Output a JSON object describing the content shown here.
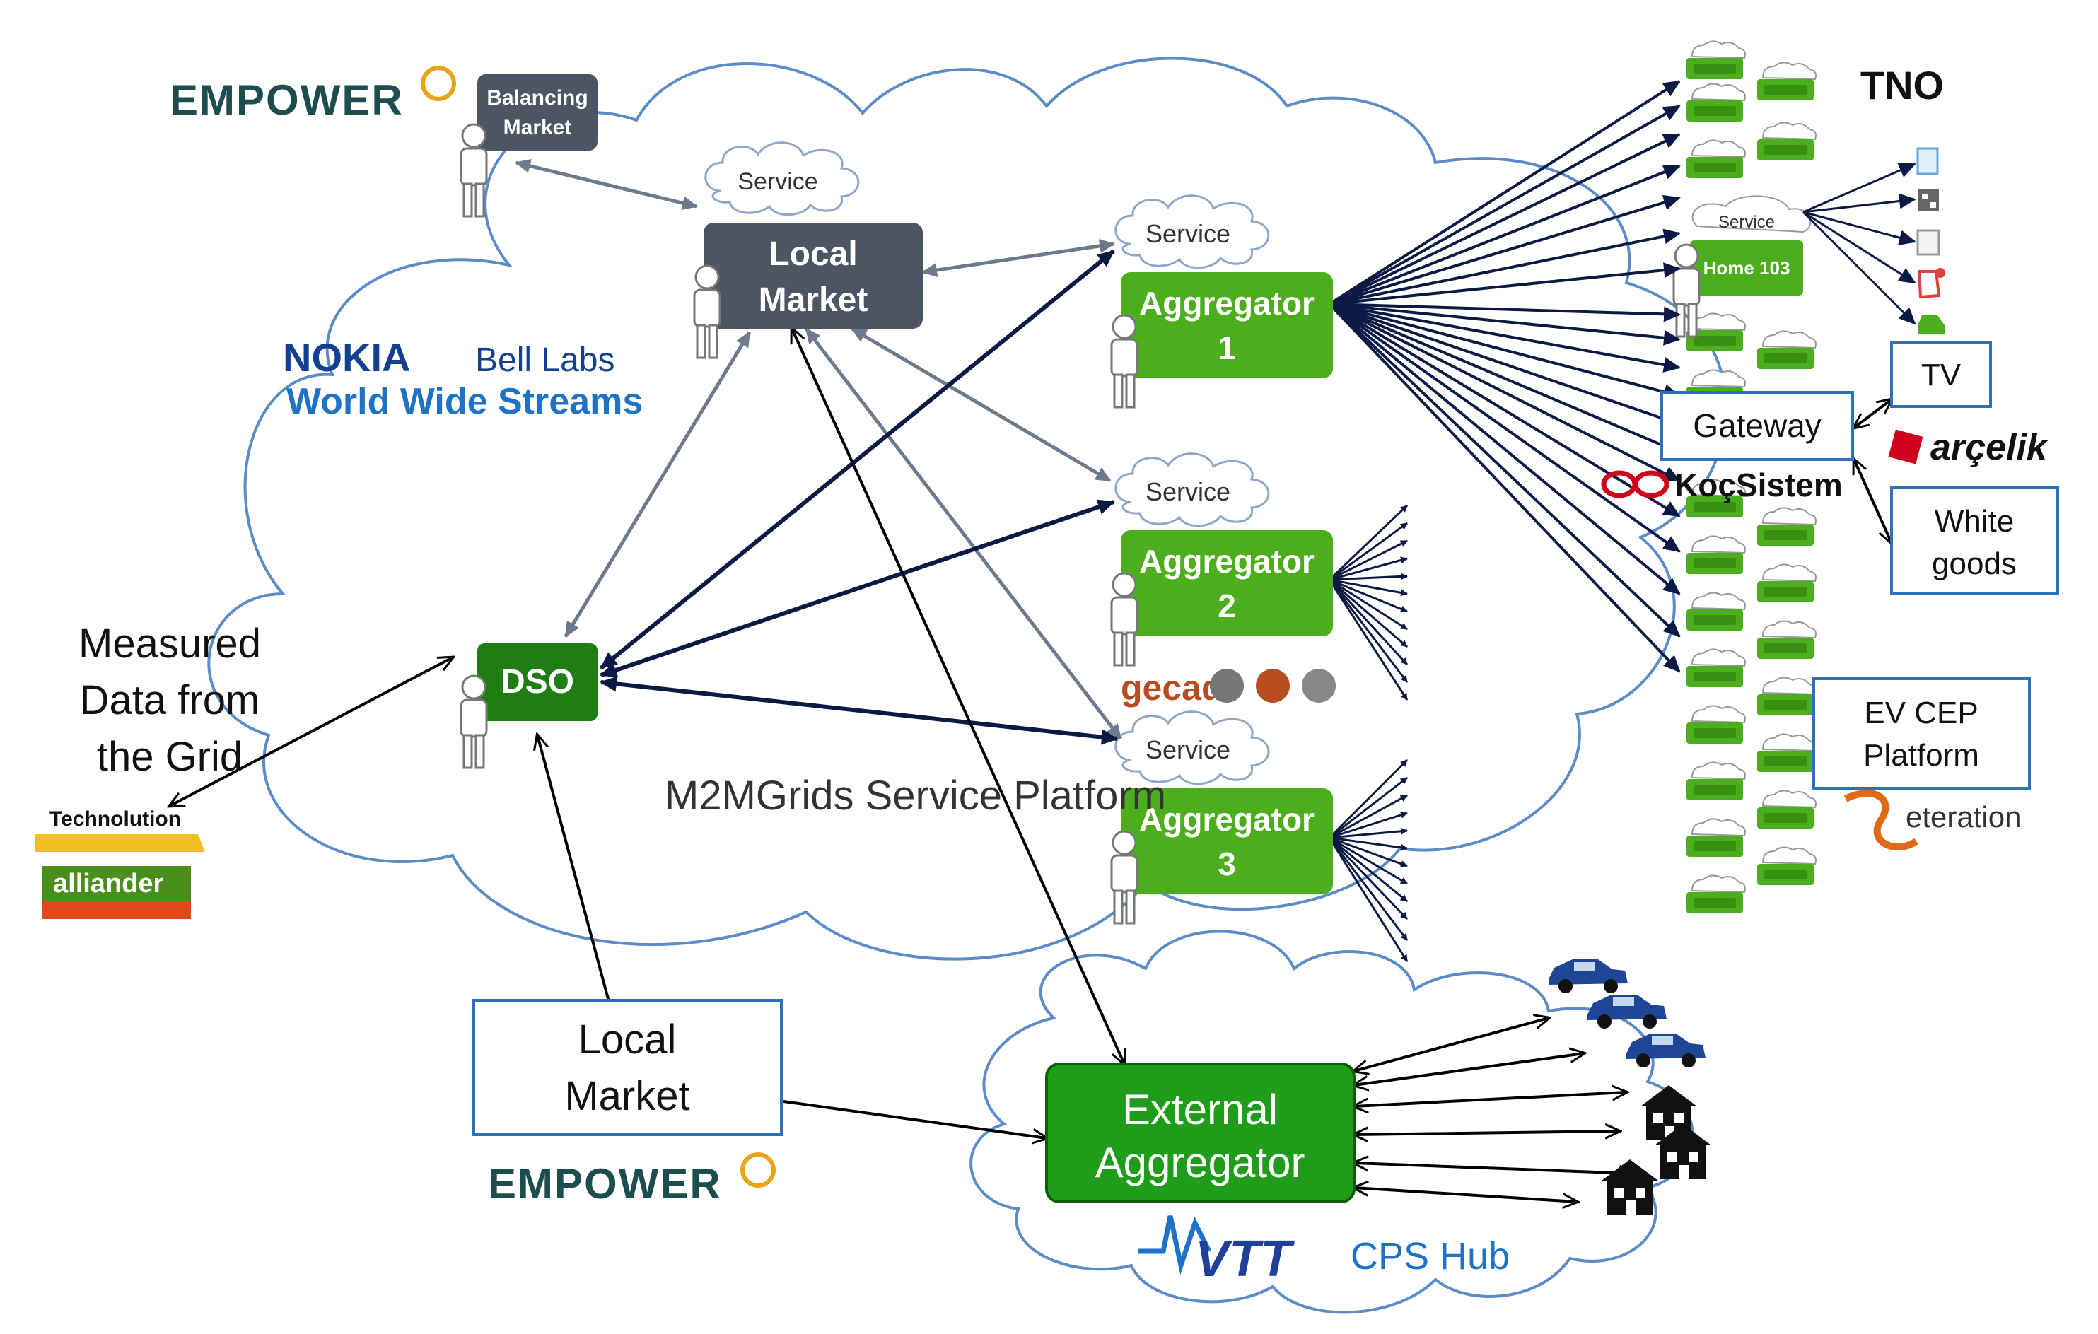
{
  "logos": {
    "empower": "EMPOWER",
    "nokia": "NOKIA",
    "bell_labs": "Bell Labs",
    "wws": "World Wide Streams",
    "tno": "TNO",
    "arcelik": "arçelik",
    "kocsistem": "KoçSistem",
    "gecad": "gecad",
    "eteration": "eteration",
    "technolution": "Technolution",
    "alliander": "alliander",
    "vtt": "VTT"
  },
  "nodes": {
    "balancing_market": [
      "Balancing",
      "Market"
    ],
    "service": "Service",
    "local_market_top": [
      "Local",
      "Market"
    ],
    "aggregator1": [
      "Aggregator",
      "1"
    ],
    "aggregator2": [
      "Aggregator",
      "2"
    ],
    "aggregator3": [
      "Aggregator",
      "3"
    ],
    "dso": "DSO",
    "external_aggregator": [
      "External",
      "Aggregator"
    ],
    "local_market_bottom": [
      "Local",
      "Market"
    ],
    "gateway": "Gateway",
    "tv": "TV",
    "white_goods": [
      "White",
      "goods"
    ],
    "ev_cep": [
      "EV CEP",
      "Platform"
    ],
    "home_103": "Home 103"
  },
  "labels": {
    "measured_data": [
      "Measured",
      "Data from",
      "the Grid"
    ],
    "platform": "M2MGrids Service Platform",
    "cps_hub": "CPS Hub"
  },
  "colors": {
    "green": "#4cae1c",
    "dark_green": "#1f7d14",
    "slate": "#4b5563",
    "cloud": "#5b8cc8",
    "arrow_dark": "#0b1a44",
    "arrow_grey": "#6c7a8c",
    "nokia_blue": "#124191",
    "wws_blue": "#1e73c8",
    "empower_teal": "#1d4d4f"
  }
}
